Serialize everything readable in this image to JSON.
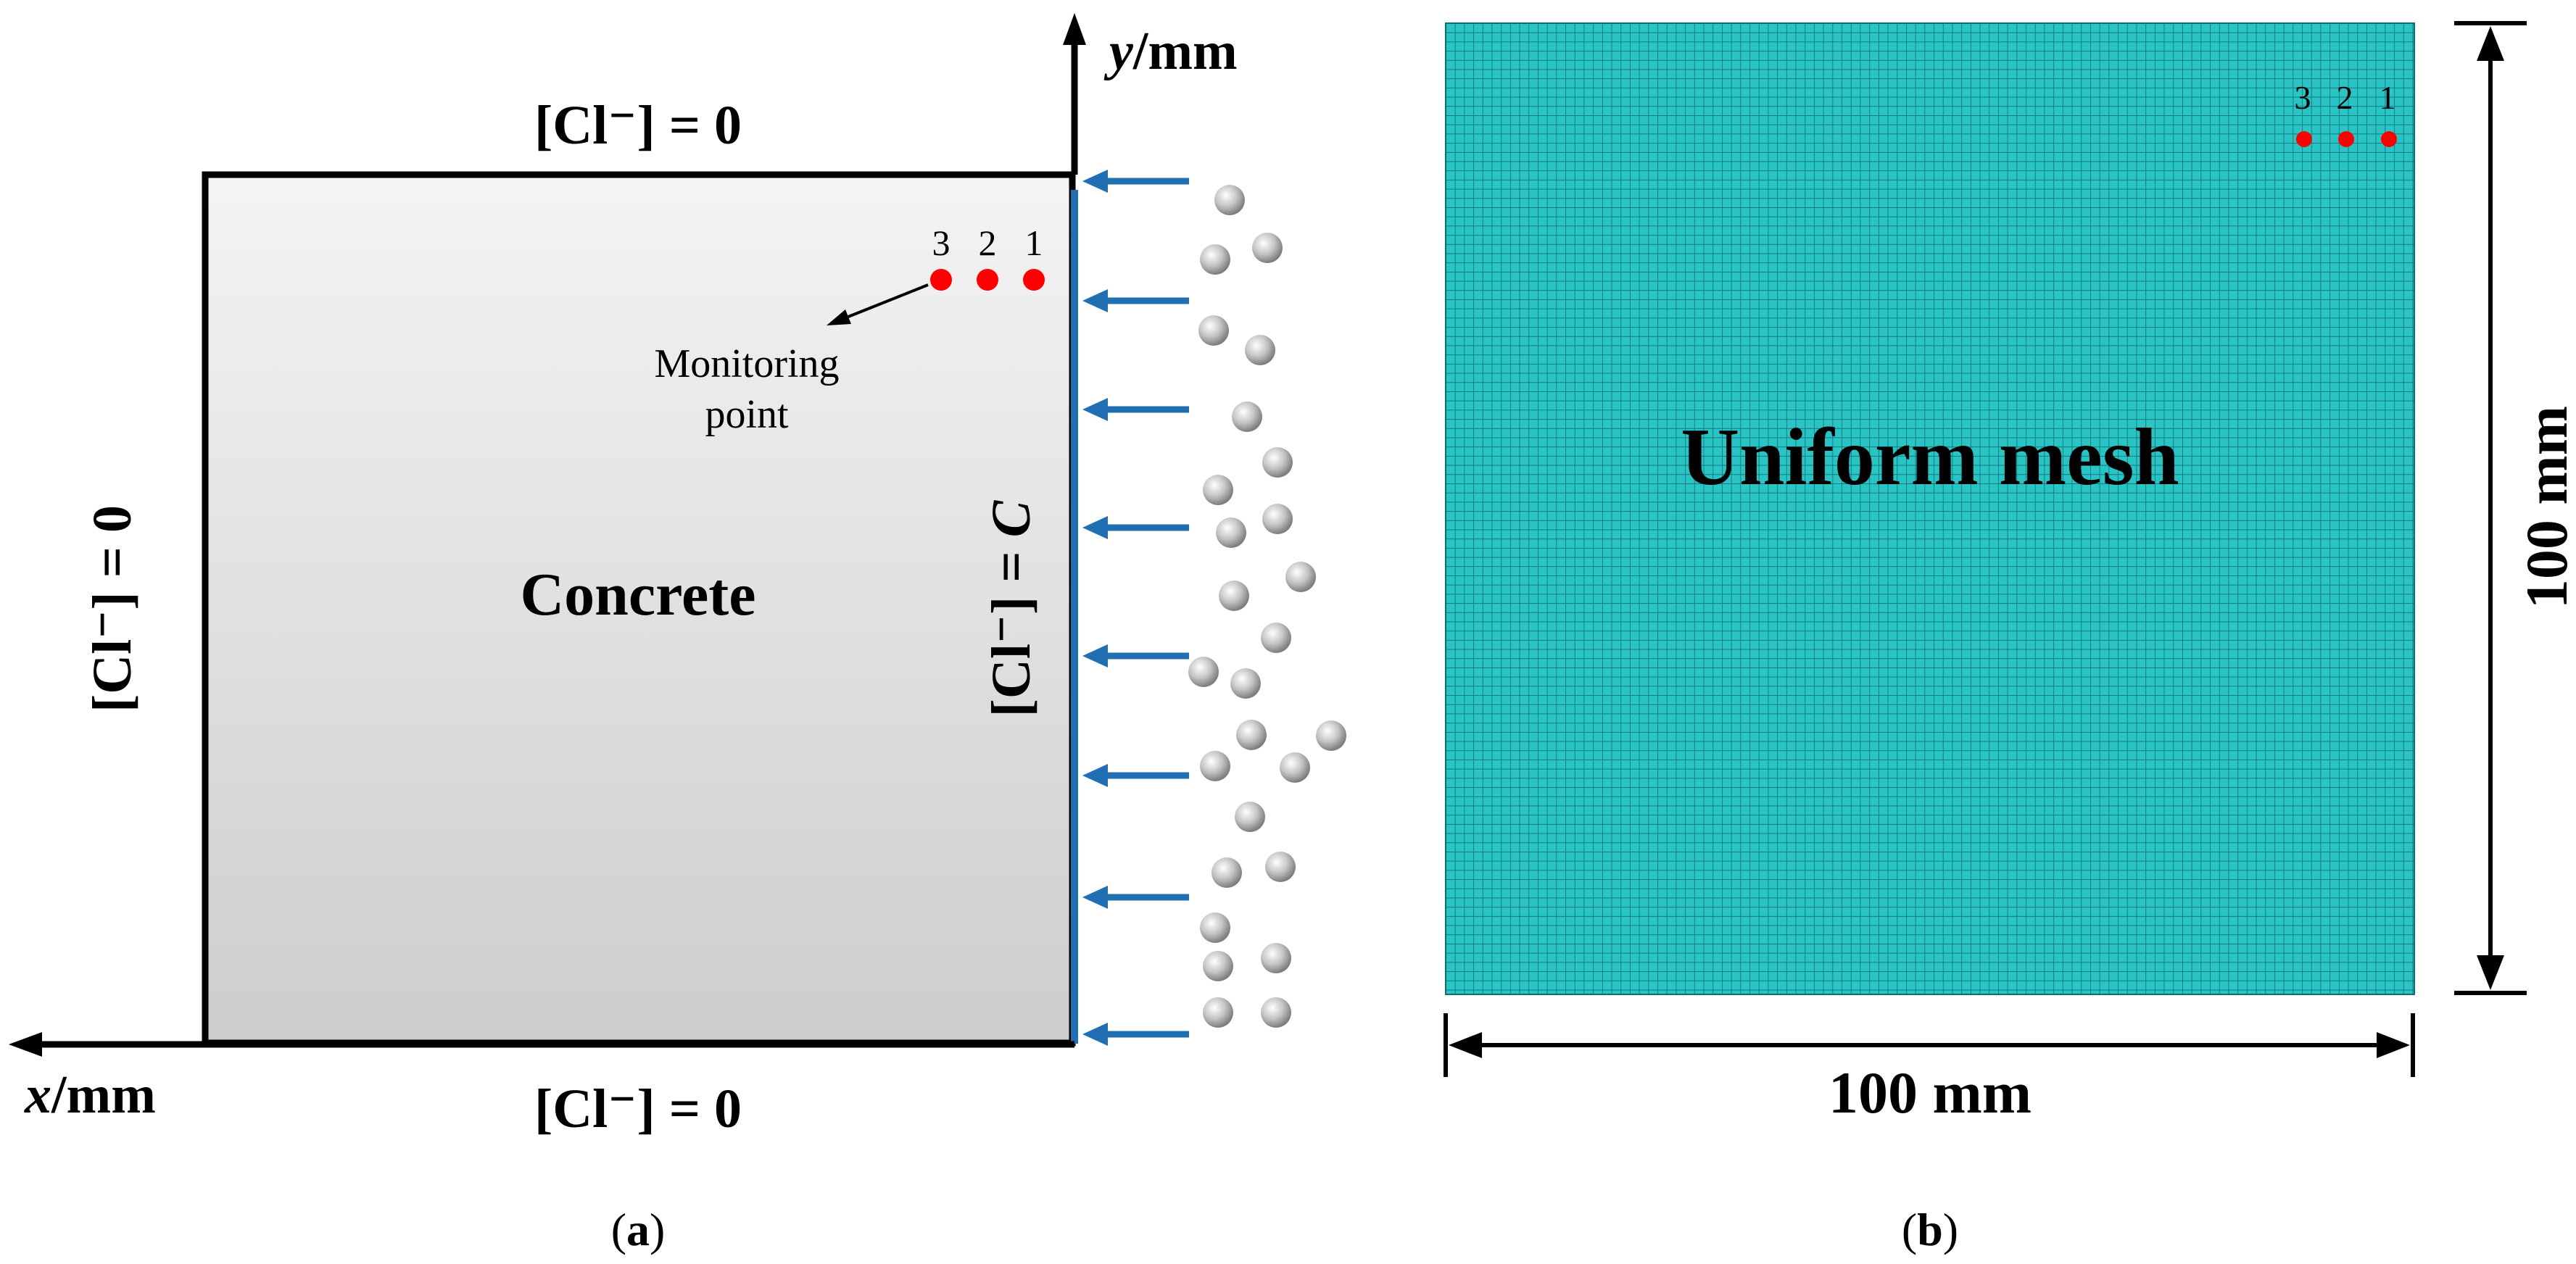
{
  "panel_a": {
    "caption": "(a)",
    "caption_letter": "a",
    "y_axis_label": "y/mm",
    "y_axis_var": "y",
    "y_axis_unit": "/mm",
    "x_axis_label": "x/mm",
    "x_axis_var": "x",
    "x_axis_unit": "/mm",
    "top_bc": "[Cl⁻] = 0",
    "bottom_bc": "[Cl⁻] = 0",
    "left_bc": "[Cl⁻] = 0",
    "right_bc_prefix": "[Cl⁻] = ",
    "right_bc_var": "C",
    "material_label": "Concrete",
    "monitoring_label_line1": "Monitoring",
    "monitoring_label_line2": "point",
    "monitoring_points": [
      "3",
      "2",
      "1"
    ]
  },
  "panel_b": {
    "caption": "(b)",
    "caption_letter": "b",
    "mesh_label": "Uniform mesh",
    "width_label": "100 mm",
    "height_label": "100 mm",
    "monitoring_points": [
      "3",
      "2",
      "1"
    ]
  },
  "colors": {
    "concrete_light": "#f2f2f2",
    "concrete_dark": "#cfcfcf",
    "boundary_blue": "#1f6fb2",
    "mesh_fill": "#2bc4c4",
    "mesh_line": "#0a6f74",
    "monitor_red": "#ff0000",
    "particle_gray": "#b8b8b8"
  }
}
